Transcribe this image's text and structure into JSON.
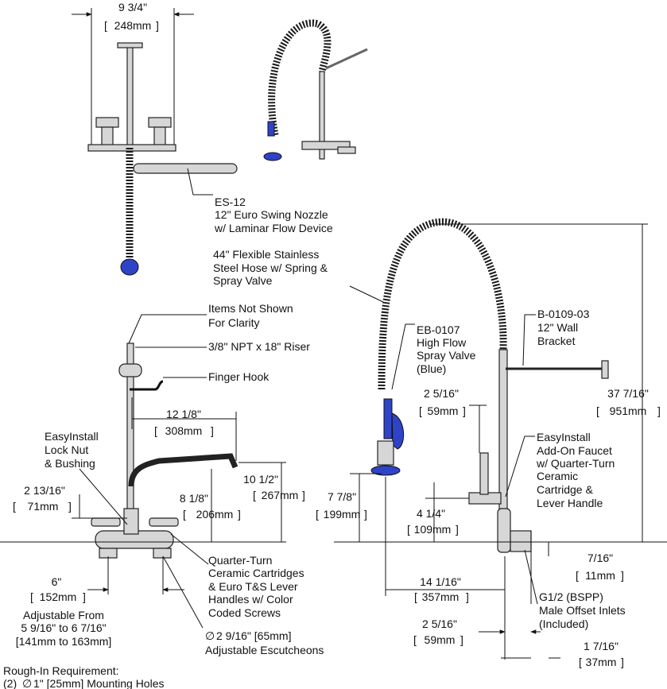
{
  "labels": {
    "top_dim_in": "9 3/4\"",
    "top_dim_mm": "248mm",
    "es12_code": "ES-12",
    "es12_line1": "12\" Euro Swing Nozzle",
    "es12_line2": "w/ Laminar Flow Device",
    "hose_line1": "44\" Flexible Stainless",
    "hose_line2": "Steel Hose w/ Spring &",
    "hose_line3": "Spray Valve",
    "not_shown_line1": "Items Not Shown",
    "not_shown_line2": "For Clarity",
    "riser": "3/8\" NPT x 18\" Riser",
    "finger_hook": "Finger Hook",
    "eb_code": "EB-0107",
    "eb_line1": "High Flow",
    "eb_line2": "Spray Valve",
    "eb_line3": "(Blue)",
    "bracket_code": "B-0109-03",
    "bracket_line1": "12\" Wall",
    "bracket_line2": "Bracket",
    "height_in": "37 7/16\"",
    "height_mm": "951mm",
    "reach_in": "12 1/8\"",
    "reach_mm": "308mm",
    "lock_line1": "EasyInstall",
    "lock_line2": "Lock Nut",
    "lock_line3": "& Bushing",
    "valve_height_in": "2 5/16\"",
    "valve_height_mm": "59mm",
    "addon_line1": "EasyInstall",
    "addon_line2": "Add-On Faucet",
    "addon_line3": "w/ Quarter-Turn",
    "addon_line4": "Ceramic",
    "addon_line5": "Cartridge &",
    "addon_line6": "Lever Handle",
    "cartridge_in": "2 13/16\"",
    "cartridge_mm": "71mm",
    "spout_h1_in": "8 1/8\"",
    "spout_h1_mm": "206mm",
    "spout_h2_in": "10 1/2\"",
    "spout_h2_mm": "267mm",
    "valve_h_in": "7 7/8\"",
    "valve_h_mm": "199mm",
    "addon_h_in": "4 1/4\"",
    "addon_h_mm": "109mm",
    "quarter_line1": "Quarter-Turn",
    "quarter_line2": "Ceramic Cartridges",
    "quarter_line3": "& Euro T&S Lever",
    "quarter_line4": "Handles w/ Color",
    "quarter_line5": "Coded Screws",
    "offset_in": "7/16\"",
    "offset_mm": "11mm",
    "centers_in": "6\"",
    "centers_mm": "152mm",
    "adjustable_line1": "Adjustable From",
    "adjustable_line2": "5 9/16\" to 6 7/16\"",
    "adjustable_line3": "[141mm to 163mm]",
    "wall_dist_in": "14 1/16\"",
    "wall_dist_mm": "357mm",
    "inlet_line1": "G1/2 (BSPP)",
    "inlet_line2": "Male Offset Inlets",
    "inlet_line3": "(Included)",
    "escutcheon_line1": "2 9/16\" [65mm]",
    "escutcheon_line2": "Adjustable Escutcheons",
    "escutcheon_symbol": "∅",
    "inlet_dist_in": "2 5/16\"",
    "inlet_dist_mm": "59mm",
    "inlet_depth_in": "1 7/16\"",
    "inlet_depth_mm": "37mm",
    "roughin_line1": "Rough-In Requirement:",
    "roughin_line2_prefix": "(2)",
    "roughin_line2_symbol": "∅",
    "roughin_line2_rest": "1\" [25mm] Mounting Holes"
  },
  "colors": {
    "accent_blue": "#2f43c8",
    "line": "#111111",
    "chrome": "#d6d6d6"
  }
}
